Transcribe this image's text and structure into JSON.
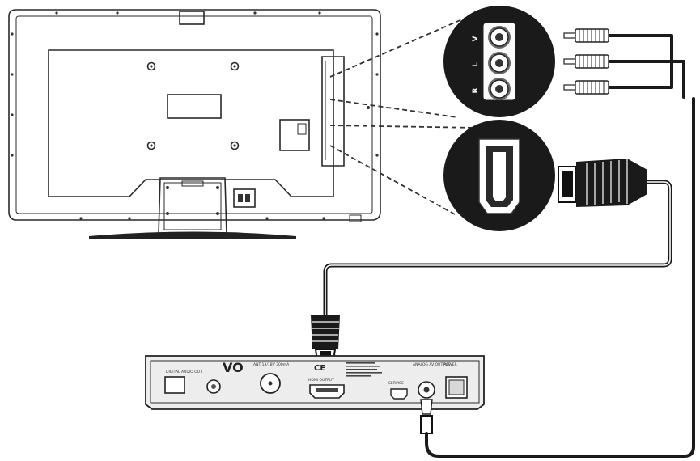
{
  "receiver": {
    "logo": "VO",
    "ce_mark": "CE",
    "labels": {
      "digital_audio_out": "DIGITAL AUDIO OUT",
      "antenna": "ANT 13/18V 300mA",
      "hdmi_output": "HDMI OUTPUT",
      "service": "SERVICE",
      "analog_output": "ANALOG AV OUTPUT",
      "power": "POWER"
    }
  },
  "tv_panel_labels": [
    "R",
    "L",
    "V"
  ]
}
